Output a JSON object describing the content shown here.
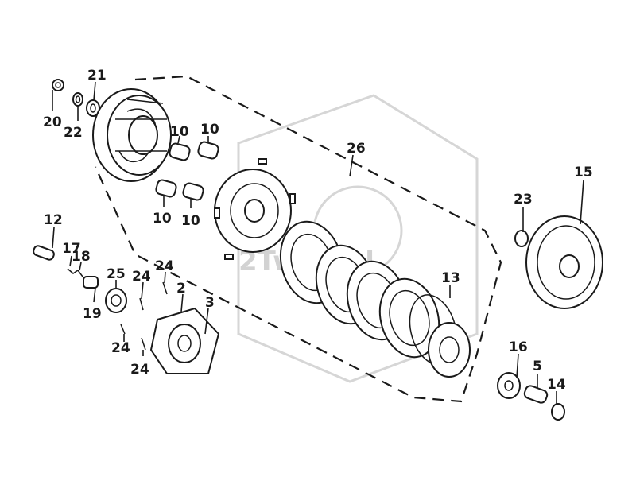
{
  "diagram": {
    "watermark_text": "2TwinKel",
    "labels": {
      "l2": "2",
      "l3": "3",
      "l5": "5",
      "l10a": "10",
      "l10b": "10",
      "l10c": "10",
      "l10d": "10",
      "l12": "12",
      "l13": "13",
      "l14": "14",
      "l15": "15",
      "l16": "16",
      "l17": "17",
      "l18": "18",
      "l19": "19",
      "l20": "20",
      "l21": "21",
      "l22": "22",
      "l23": "23",
      "l24a": "24",
      "l24b": "24",
      "l24c": "24",
      "l24d": "24",
      "l25": "25",
      "l26": "26"
    }
  }
}
